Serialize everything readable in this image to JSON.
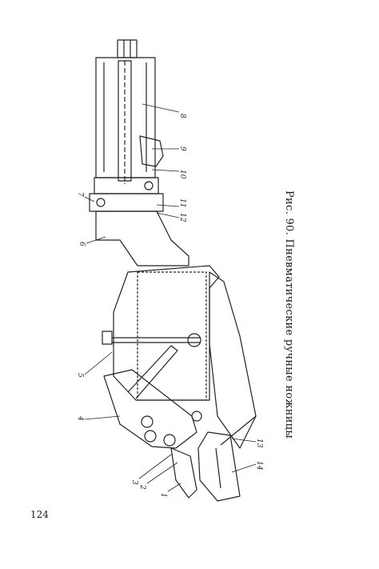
{
  "figure": {
    "caption": "Рис. 90. Пневматические ручные ножницы",
    "labels": [
      "1",
      "2",
      "3",
      "4",
      "5",
      "6",
      "7",
      "8",
      "9",
      "10",
      "11",
      "12",
      "13",
      "14"
    ]
  },
  "page": {
    "number": "124"
  }
}
